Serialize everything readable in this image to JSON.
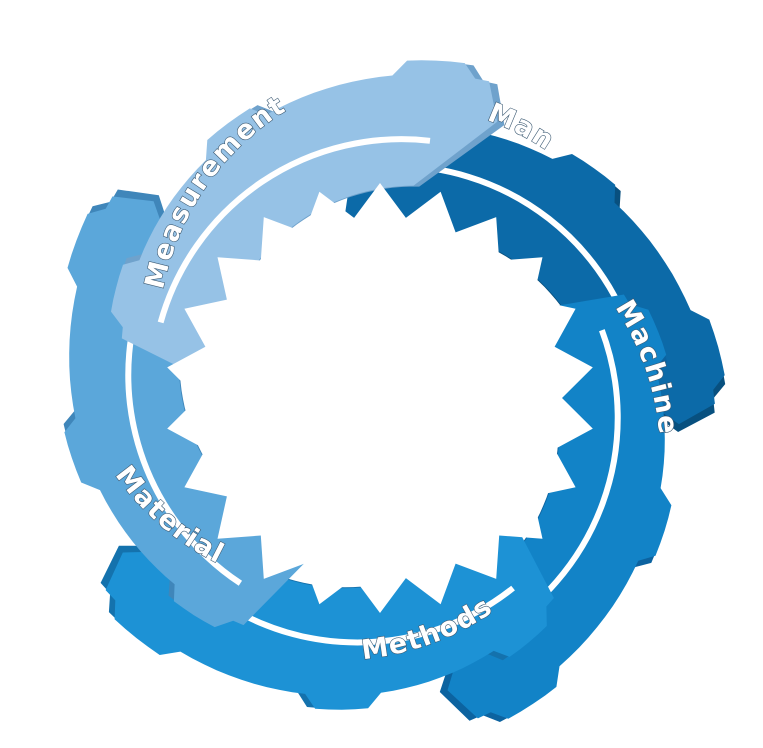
{
  "diagram": {
    "segments": [
      {
        "key": "man",
        "label": "Man",
        "color": "#0c6aa8",
        "shadow": "#08507f"
      },
      {
        "key": "machine",
        "label": "Machine",
        "color": "#1283c7",
        "shadow": "#0c63a0"
      },
      {
        "key": "methods",
        "label": "Methods",
        "color": "#1d92d5",
        "shadow": "#1472ad"
      },
      {
        "key": "material",
        "label": "Material",
        "color": "#5ba7da",
        "shadow": "#3f86ba"
      },
      {
        "key": "measurement",
        "label": "Measurement",
        "color": "#96c2e6",
        "shadow": "#6fa2cc"
      }
    ],
    "background": "#ffffff",
    "center_fill": "#ffffff"
  }
}
